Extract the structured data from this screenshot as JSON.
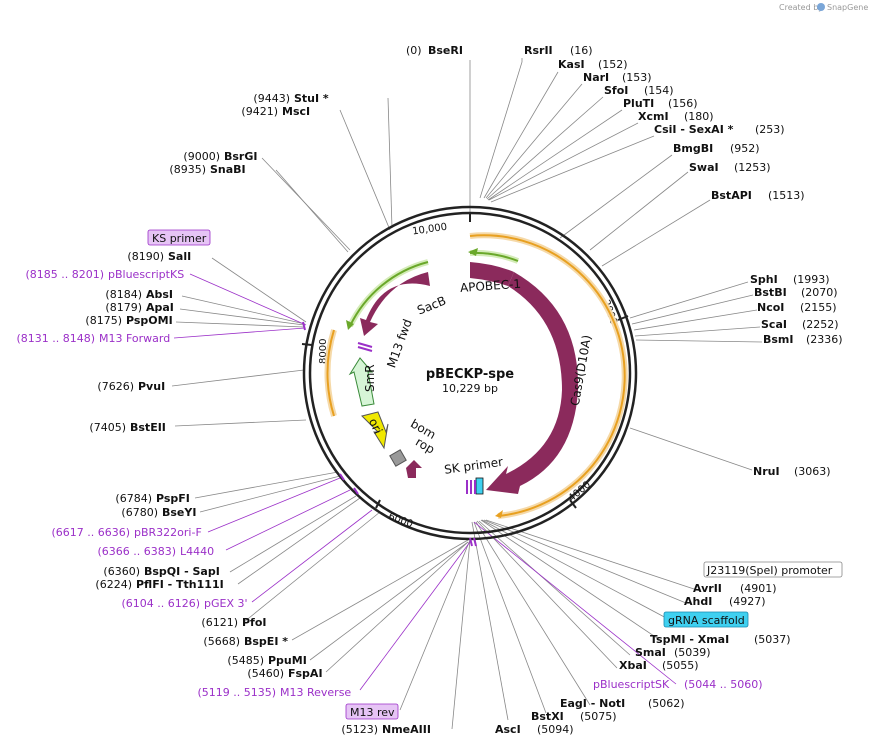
{
  "credit": {
    "prefix": "Created by",
    "brand": "SnapGene"
  },
  "plasmid": {
    "name": "pBECKP-spe",
    "size": "10,229 bp"
  },
  "ticks": [
    "10,000",
    "2000",
    "4000",
    "6000",
    "8000"
  ],
  "features": [
    "SacB",
    "APOBEC-1",
    "Cas9(D10A)",
    "SmR",
    "M13 fwd",
    "ori",
    "bom",
    "rop",
    "SK primer"
  ],
  "boxed": {
    "ks_primer": "KS primer",
    "m13_rev": "M13 rev",
    "j23119": "J23119(SpeI) promoter",
    "grna": "gRNA scaffold"
  },
  "sites": {
    "bseri": {
      "pos": "(0)",
      "name": "BseRI"
    },
    "rsrii": {
      "name": "RsrII",
      "pos": "(16)"
    },
    "kasi": {
      "name": "KasI",
      "pos": "(152)"
    },
    "nari": {
      "name": "NarI",
      "pos": "(153)"
    },
    "sfoi": {
      "name": "SfoI",
      "pos": "(154)"
    },
    "pluti": {
      "name": "PluTI",
      "pos": "(156)"
    },
    "xcmi": {
      "name": "XcmI",
      "pos": "(180)"
    },
    "csii": {
      "name": "CsiI - SexAI *",
      "pos": "(253)"
    },
    "bmgbi": {
      "name": "BmgBI",
      "pos": "(952)"
    },
    "swai": {
      "name": "SwaI",
      "pos": "(1253)"
    },
    "bstapi": {
      "name": "BstAPI",
      "pos": "(1513)"
    },
    "sphi": {
      "name": "SphI",
      "pos": "(1993)"
    },
    "bstbi": {
      "name": "BstBI",
      "pos": "(2070)"
    },
    "ncoi": {
      "name": "NcoI",
      "pos": "(2155)"
    },
    "scai": {
      "name": "ScaI",
      "pos": "(2252)"
    },
    "bsmi": {
      "name": "BsmI",
      "pos": "(2336)"
    },
    "nrui": {
      "name": "NruI",
      "pos": "(3063)"
    },
    "avrii": {
      "name": "AvrII",
      "pos": "(4901)"
    },
    "ahdi": {
      "name": "AhdI",
      "pos": "(4927)"
    },
    "tspmi": {
      "name": "TspMI - XmaI",
      "pos": "(5037)"
    },
    "smai": {
      "name": "SmaI",
      "pos": "(5039)"
    },
    "xbai": {
      "name": "XbaI",
      "pos": "(5055)"
    },
    "bluescriptsk": {
      "name": "pBluescriptSK",
      "pos": "(5044 .. 5060)"
    },
    "eagi": {
      "name": "EagI - NotI",
      "pos": "(5062)"
    },
    "bstxi": {
      "name": "BstXI",
      "pos": "(5075)"
    },
    "asci": {
      "name": "AscI",
      "pos": "(5094)"
    },
    "stui": {
      "pos": "(9443)",
      "name": "StuI *"
    },
    "msci": {
      "pos": "(9421)",
      "name": "MscI"
    },
    "bsrgi": {
      "pos": "(9000)",
      "name": "BsrGI"
    },
    "snabi": {
      "pos": "(8935)",
      "name": "SnaBI"
    },
    "sali": {
      "pos": "(8190)",
      "name": "SalI"
    },
    "bluescriptks": {
      "pos": "(8185 .. 8201)",
      "name": "pBluescriptKS"
    },
    "absi": {
      "pos": "(8184)",
      "name": "AbsI"
    },
    "apai": {
      "pos": "(8179)",
      "name": "ApaI"
    },
    "pspomi": {
      "pos": "(8175)",
      "name": "PspOMI"
    },
    "m13fwd": {
      "pos": "(8131 .. 8148)",
      "name": "M13 Forward"
    },
    "pvui": {
      "pos": "(7626)",
      "name": "PvuI"
    },
    "bsteii": {
      "pos": "(7405)",
      "name": "BstEII"
    },
    "pspfi": {
      "pos": "(6784)",
      "name": "PspFI"
    },
    "bseyi": {
      "pos": "(6780)",
      "name": "BseYI"
    },
    "pbr322ori": {
      "pos": "(6617 .. 6636)",
      "name": "pBR322ori-F"
    },
    "l4440": {
      "pos": "(6366 .. 6383)",
      "name": "L4440"
    },
    "bspqi": {
      "pos": "(6360)",
      "name": "BspQI - SapI"
    },
    "pflfi": {
      "pos": "(6224)",
      "name": "PflFI - Tth111I"
    },
    "pgex3": {
      "pos": "(6104 .. 6126)",
      "name": "pGEX 3'"
    },
    "pfoi": {
      "pos": "(6121)",
      "name": "PfoI"
    },
    "bspei": {
      "pos": "(5668)",
      "name": "BspEI *"
    },
    "ppumi": {
      "pos": "(5485)",
      "name": "PpuMI"
    },
    "fspai": {
      "pos": "(5460)",
      "name": "FspAI"
    },
    "m13reverse": {
      "pos": "(5119 .. 5135)",
      "name": "M13 Reverse"
    },
    "nmeaiii": {
      "pos": "(5123)",
      "name": "NmeAIII"
    }
  },
  "colors": {
    "feature_arrow": "#8b2a5c",
    "smr": "#d6f5d6",
    "ori": "#f0e800",
    "orange_track": "#e8a020",
    "green_track": "#6aa82a",
    "primer": "#9b30c8",
    "grna_box": "#3fd0f0",
    "boxed_primer": "#e6c4f5"
  }
}
